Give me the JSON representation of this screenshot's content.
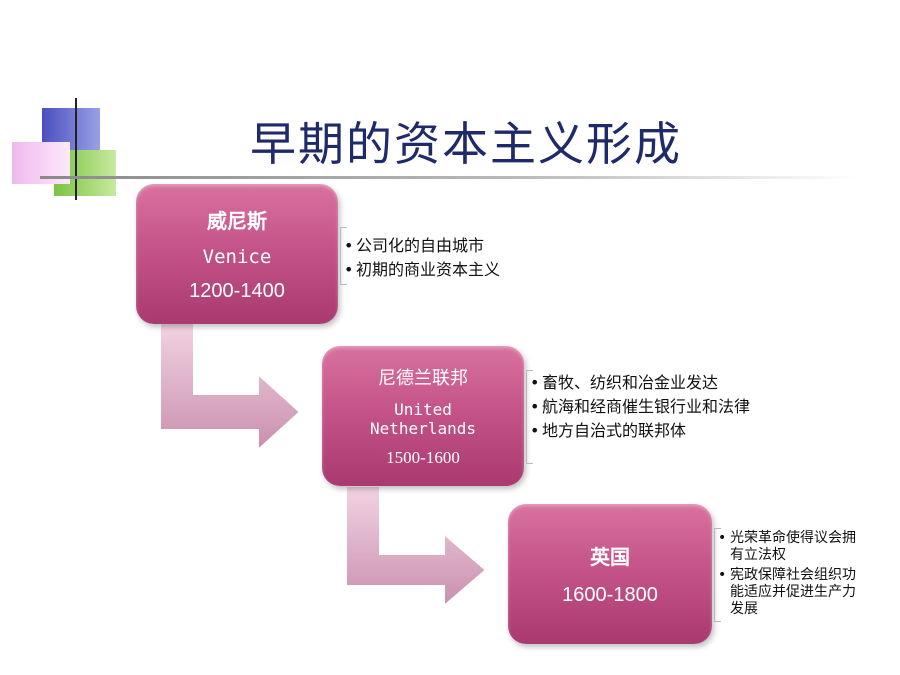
{
  "title": "早期的资本主义形成",
  "colors": {
    "title": "#1f2a6b",
    "box_top": "#d9729f",
    "box_bottom": "#a93a6f",
    "logo_blue": "#4a4fbf",
    "logo_green": "#7cc242",
    "logo_pink": "#e6a3e0"
  },
  "stages": [
    {
      "lines": [
        "威尼斯",
        "Venice",
        "1200-1400"
      ],
      "bullets": [
        "公司化的自由城市",
        "初期的商业资本主义"
      ]
    },
    {
      "lines": [
        "尼德兰联邦",
        "United",
        "Netherlands",
        "1500-1600"
      ],
      "bullets": [
        "畜牧、纺织和冶金业发达",
        "航海和经商催生银行业和法律",
        "地方自治式的联邦体"
      ]
    },
    {
      "lines": [
        "英国",
        "1600-1800"
      ],
      "bullets": [
        "光荣革命使得议会拥有立法权",
        "宪政保障社会组织功能适应并促进生产力发展"
      ]
    }
  ]
}
